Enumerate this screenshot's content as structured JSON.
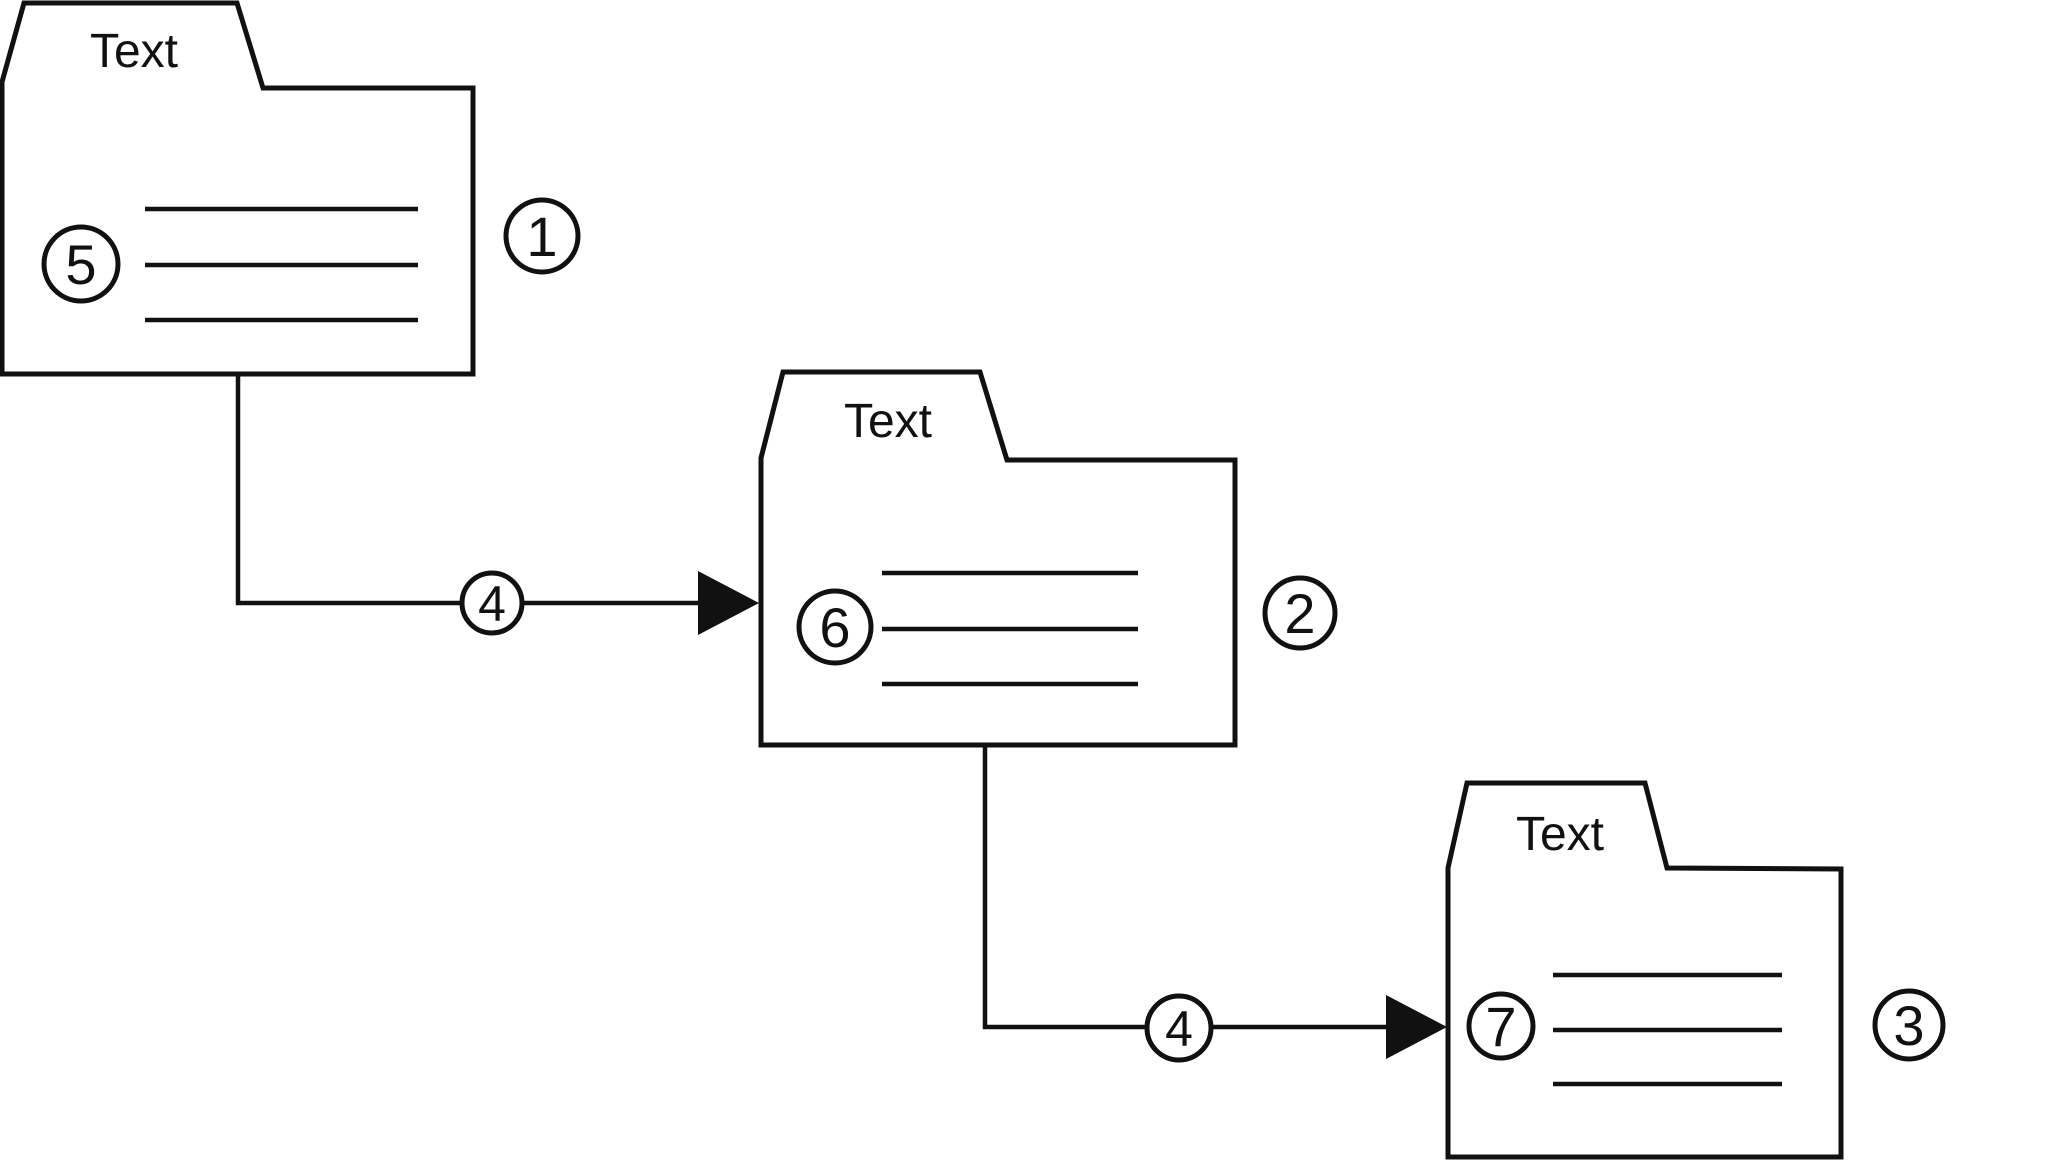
{
  "diagram": {
    "type": "folder-flow-diagram",
    "colors": {
      "background": "#ffffff",
      "stroke": "#111111"
    },
    "nodes": [
      {
        "shape": "folder",
        "tab_label": "Text",
        "badge": "5",
        "ref": "1",
        "content_line_count": 3
      },
      {
        "shape": "folder",
        "tab_label": "Text",
        "badge": "6",
        "ref": "2",
        "content_line_count": 3
      },
      {
        "shape": "folder",
        "tab_label": "Text",
        "badge": "7",
        "ref": "3",
        "content_line_count": 3
      }
    ],
    "edges": [
      {
        "from_ref": "1",
        "to_ref": "2",
        "label": "4",
        "style": "elbow-solid-arrow"
      },
      {
        "from_ref": "2",
        "to_ref": "3",
        "label": "4",
        "style": "elbow-solid-arrow"
      }
    ]
  }
}
